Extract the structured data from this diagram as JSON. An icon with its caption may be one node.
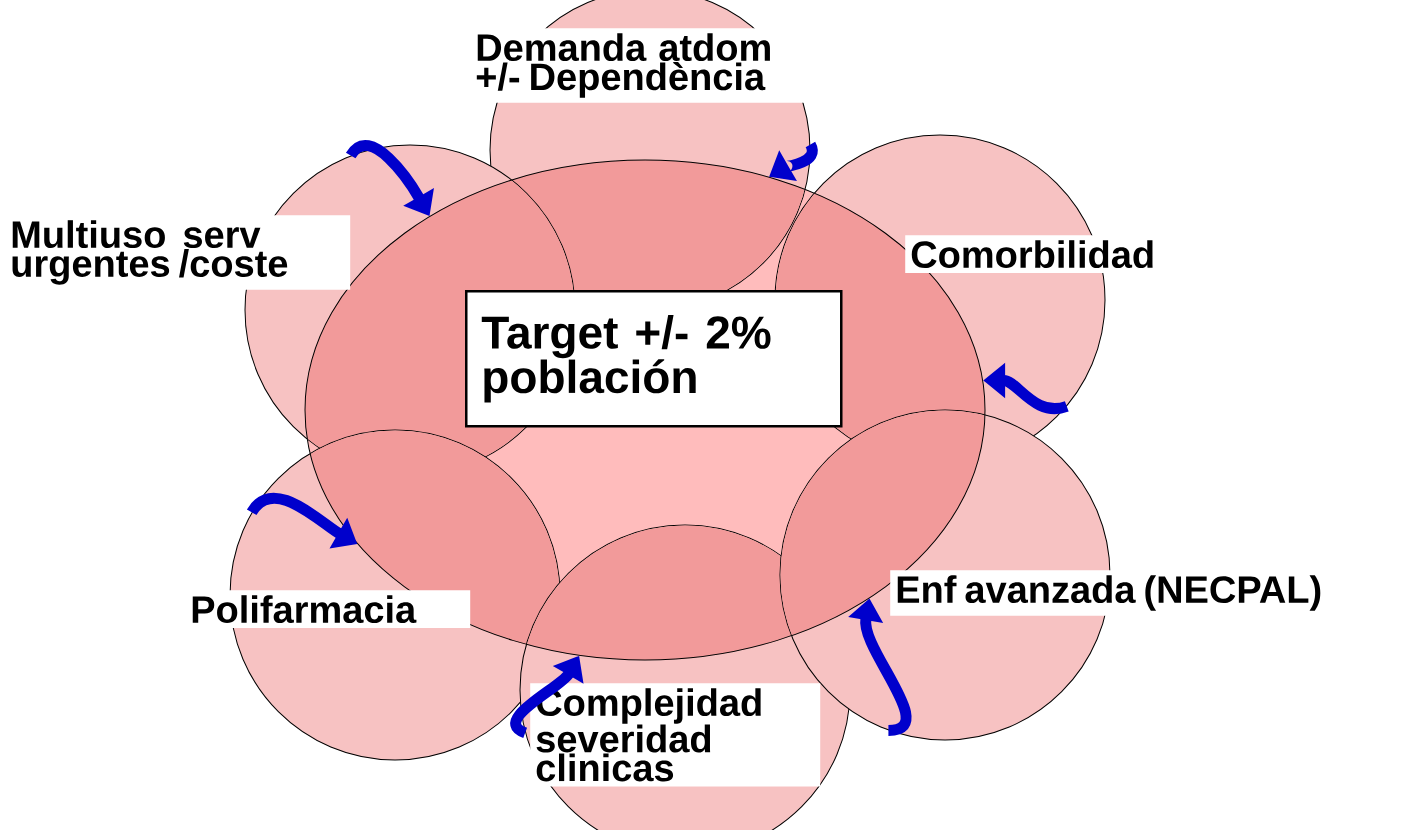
{
  "diagram": {
    "nodes": [
      {
        "text": [],
        "shape": "ellipse"
      },
      {
        "text": [
          "Target +/- 2% población"
        ],
        "in": 0
      },
      {
        "text": [
          "Demanda atdom +/- Dependència"
        ]
      },
      {
        "text": [
          "Multiuso serv urgentes /coste"
        ]
      },
      {
        "text": [
          "Comorbilidad"
        ]
      },
      {
        "text": [
          "Polifarmacia"
        ]
      },
      {
        "text": [
          "Complejidad severidad clinicas"
        ]
      },
      {
        "text": [
          "Enf avanzada (NECPAL)"
        ]
      }
    ],
    "edges": [
      {
        "from": 2,
        "to": 0,
        "arrow": "to"
      },
      {
        "from": 3,
        "to": 0,
        "arrow": "to"
      },
      {
        "from": 4,
        "to": 0,
        "arrow": "to"
      },
      {
        "from": 7,
        "to": 0,
        "arrow": "to"
      },
      {
        "from": 6,
        "to": 0,
        "arrow": "to"
      },
      {
        "from": 5,
        "to": 0,
        "arrow": "to"
      }
    ]
  }
}
